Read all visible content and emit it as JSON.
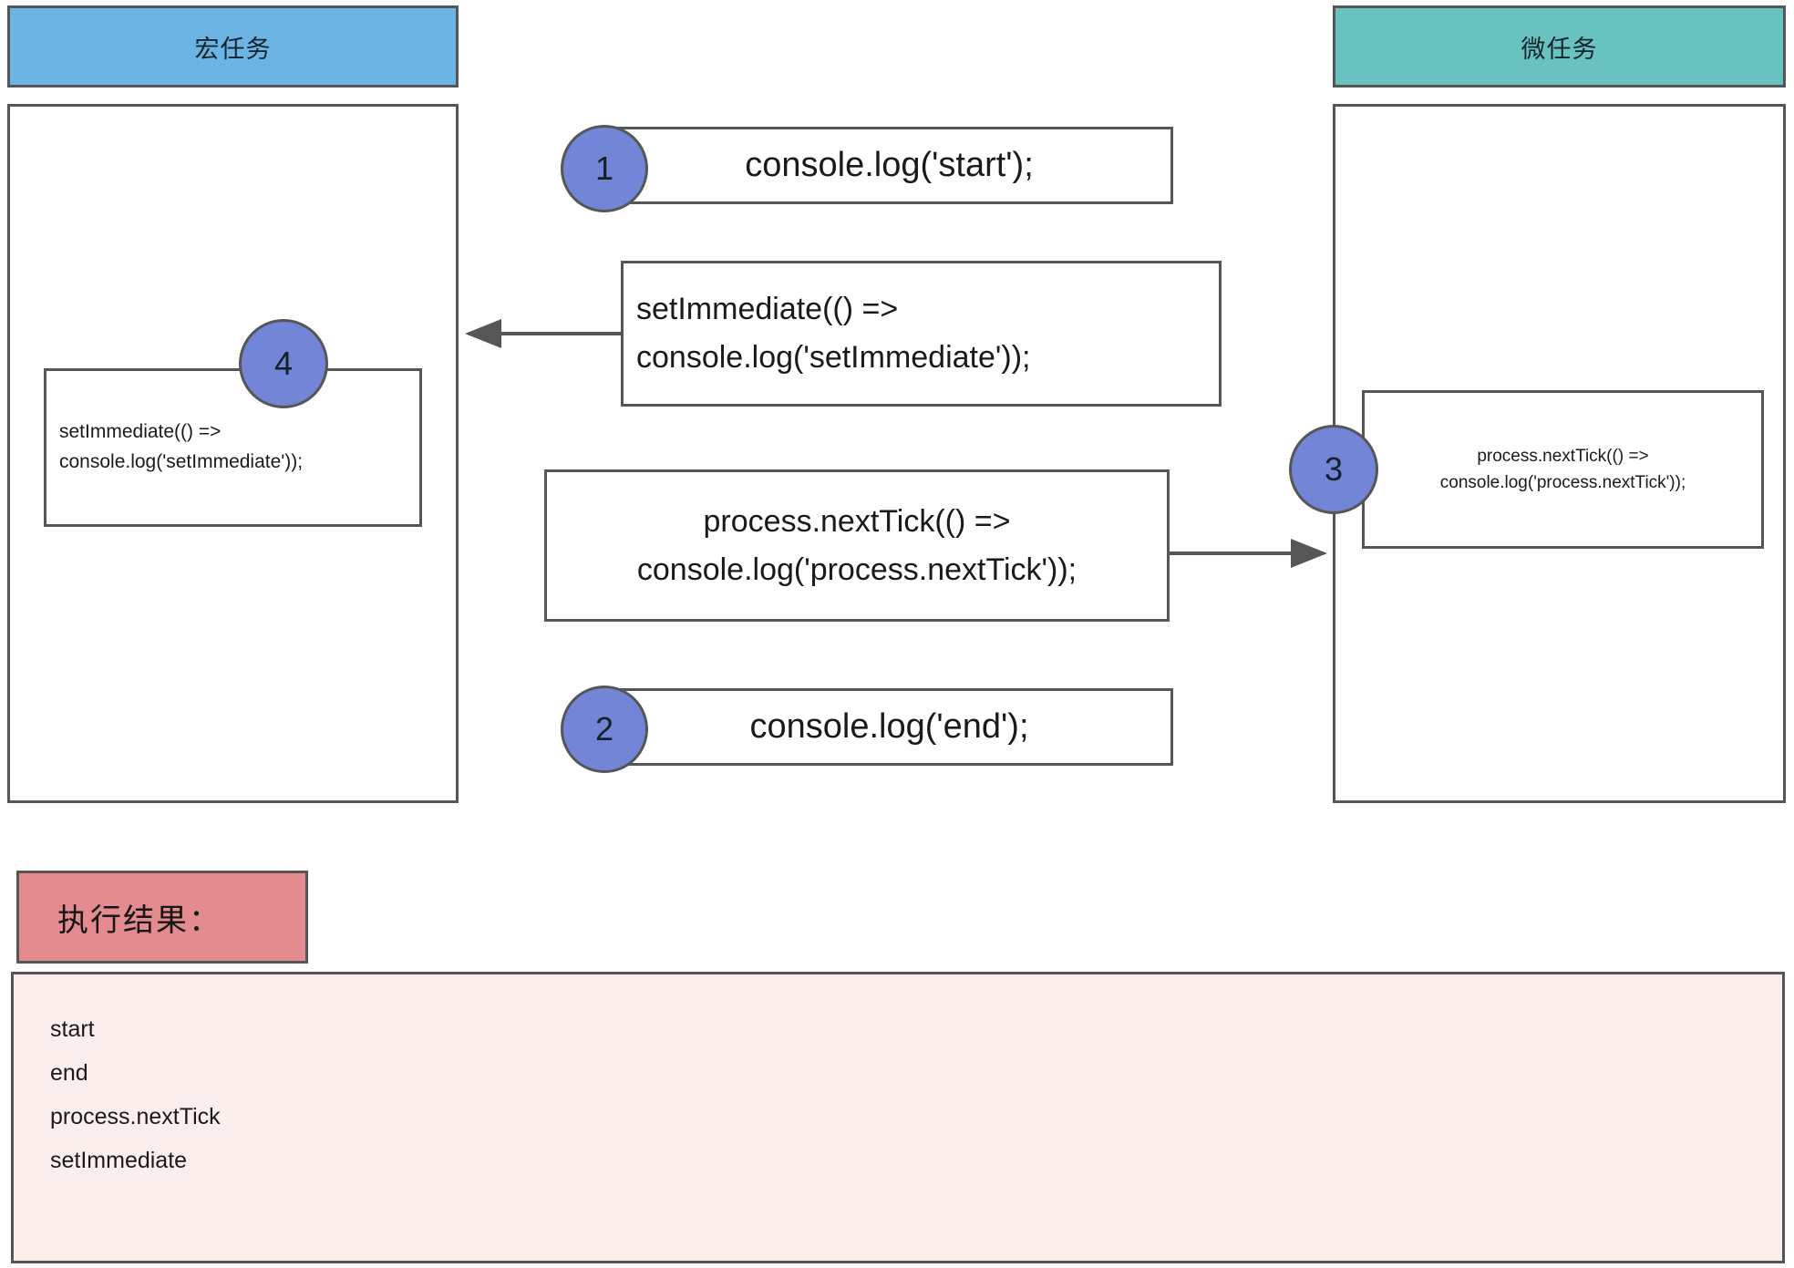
{
  "columns": {
    "macro": {
      "title": "宏任务",
      "color": "#6cb4e4",
      "queued": {
        "badge": "4",
        "lines": [
          "setImmediate(() =>",
          "console.log('setImmediate'));"
        ]
      }
    },
    "micro": {
      "title": "微任务",
      "color": "#68c3c0",
      "queued": {
        "badge": "3",
        "lines": [
          "process.nextTick(() =>",
          "console.log('process.nextTick'));"
        ]
      }
    }
  },
  "code_blocks": [
    {
      "badge": "1",
      "lines": [
        "console.log('start');"
      ]
    },
    {
      "badge": "",
      "lines": [
        "setImmediate(() =>",
        "console.log('setImmediate'));"
      ]
    },
    {
      "badge": "",
      "lines": [
        "process.nextTick(() =>",
        "console.log('process.nextTick'));"
      ]
    },
    {
      "badge": "2",
      "lines": [
        "console.log('end');"
      ]
    }
  ],
  "results": {
    "title": "执行结果：",
    "header_color": "#e38b8e",
    "body_color": "#fbeeec",
    "lines": [
      "start",
      "end",
      "process.nextTick",
      "setImmediate"
    ]
  },
  "arrows": [
    {
      "name": "setimmediate-to-macrotask",
      "direction": "left"
    },
    {
      "name": "nexttick-to-microtask",
      "direction": "right"
    }
  ],
  "palette": {
    "stroke": "#565656",
    "badge": "#7285d6",
    "macro_header": "#6cb4e4",
    "micro_header": "#68c3c0",
    "result_header": "#e38b8e",
    "result_body": "#fbeeec"
  }
}
